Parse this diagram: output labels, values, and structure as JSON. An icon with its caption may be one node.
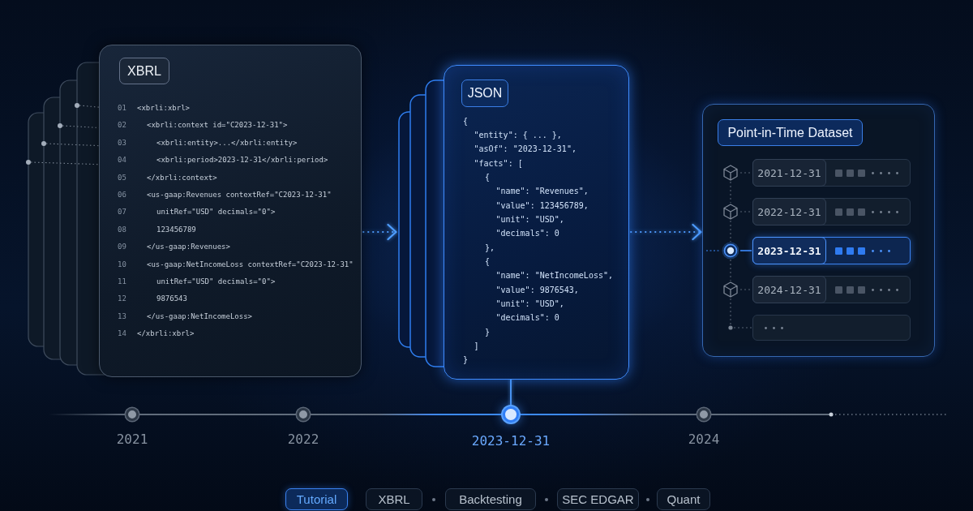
{
  "diagram": {
    "nodes": [
      {
        "text": [
          "01",
          "<xbrli:xbrl>",
          "02",
          "<xbrli:context id=\"C2023-12-31\">",
          "03",
          "<xbrli:entity>...</xbrli:entity>",
          "04",
          "<xbrli:period>2023-12-31</xbrli:period>",
          "05",
          "</xbrli:context>",
          "06",
          "<us-gaap:Revenues contextRef=\"C2023-12-31\"",
          "07",
          "unitRef=\"USD\" decimals=\"0\">",
          "08",
          "123456789",
          "09",
          "</us-gaap:Revenues>",
          "10",
          "<us-gaap:NetIncomeLoss contextRef=\"C2023-12-31\"",
          "11",
          "unitRef=\"USD\" decimals=\"0\">",
          "12",
          "9876543",
          "13",
          "</us-gaap:NetIncomeLoss>",
          "14",
          "</xbrli:xbrl>"
        ]
      },
      {
        "text": [
          "XBRL"
        ],
        "in": 0
      },
      {
        "text": [
          "{",
          "\"entity\": { ... },",
          "\"asOf\": \"2023-12-31\",",
          "\"facts\": [",
          "{",
          "\"name\": \"Revenues\",",
          "\"value\": 123456789,",
          "\"unit\": \"USD\",",
          "\"decimals\": 0",
          "},",
          "{",
          "\"name\": \"NetIncomeLoss\",",
          "\"value\": 9876543,",
          "\"unit\": \"USD\",",
          "\"decimals\": 0",
          "}",
          "]",
          "}"
        ]
      },
      {
        "text": [
          "JSON"
        ],
        "in": 2
      },
      {
        "text": [],
        "shape": "box"
      },
      {
        "text": [
          "Point-in-Time Dataset"
        ],
        "in": 4
      },
      {
        "text": [
          "2021-12-31"
        ],
        "in": 4
      },
      {
        "text": [
          "2022-12-31"
        ],
        "in": 4
      },
      {
        "text": [
          "2023-12-31"
        ],
        "in": 4
      },
      {
        "text": [
          "2024-12-31"
        ],
        "in": 4
      },
      {
        "text": [],
        "shape": "box",
        "in": 4
      },
      {
        "text": [],
        "shape": "circle",
        "beside": [
          "2021"
        ]
      },
      {
        "text": [],
        "shape": "circle",
        "beside": [
          "2022"
        ]
      },
      {
        "text": [],
        "shape": "circle",
        "beside": [
          "2023-12-31"
        ]
      },
      {
        "text": [],
        "shape": "circle",
        "beside": [
          "2024"
        ]
      },
      {
        "text": [
          "Tutorial"
        ]
      },
      {
        "text": [
          "XBRL"
        ]
      },
      {
        "text": [
          "Backtesting"
        ]
      },
      {
        "text": [
          "SEC EDGAR"
        ]
      },
      {
        "text": [
          "Quant"
        ]
      }
    ],
    "edges": [
      {
        "from": 0,
        "to": 2,
        "arrow": "to",
        "style": "dashed"
      },
      {
        "from": 2,
        "to": 4,
        "arrow": "to",
        "style": "dashed"
      },
      {
        "from": 2,
        "to": 13,
        "arrow": "none"
      }
    ]
  }
}
